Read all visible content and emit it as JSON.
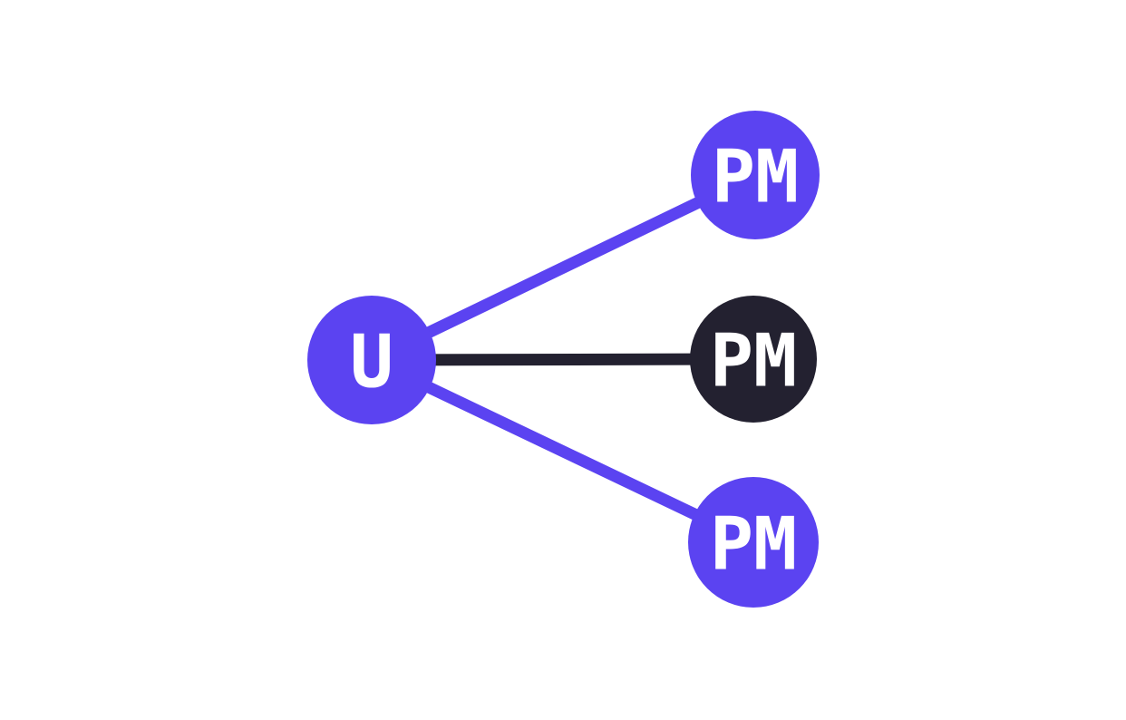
{
  "canvas": {
    "background": "#ffffff"
  },
  "diagram": {
    "description": "One user node fanning out to three PM nodes",
    "colors": {
      "purple": "#5b43f1",
      "dark": "#232130",
      "label": "#ffffff"
    },
    "nodes": [
      {
        "id": "u",
        "label": "U",
        "color": "#5b43f1",
        "label_color": "#ffffff"
      },
      {
        "id": "pm-top",
        "label": "PM",
        "color": "#5b43f1",
        "label_color": "#ffffff"
      },
      {
        "id": "pm-middle",
        "label": "PM",
        "color": "#232130",
        "label_color": "#ffffff"
      },
      {
        "id": "pm-bottom",
        "label": "PM",
        "color": "#5b43f1",
        "label_color": "#ffffff"
      }
    ],
    "edges": [
      {
        "from": "u",
        "to": "pm-top",
        "color": "#5b43f1"
      },
      {
        "from": "u",
        "to": "pm-middle",
        "color": "#232130"
      },
      {
        "from": "u",
        "to": "pm-bottom",
        "color": "#5b43f1"
      }
    ]
  }
}
